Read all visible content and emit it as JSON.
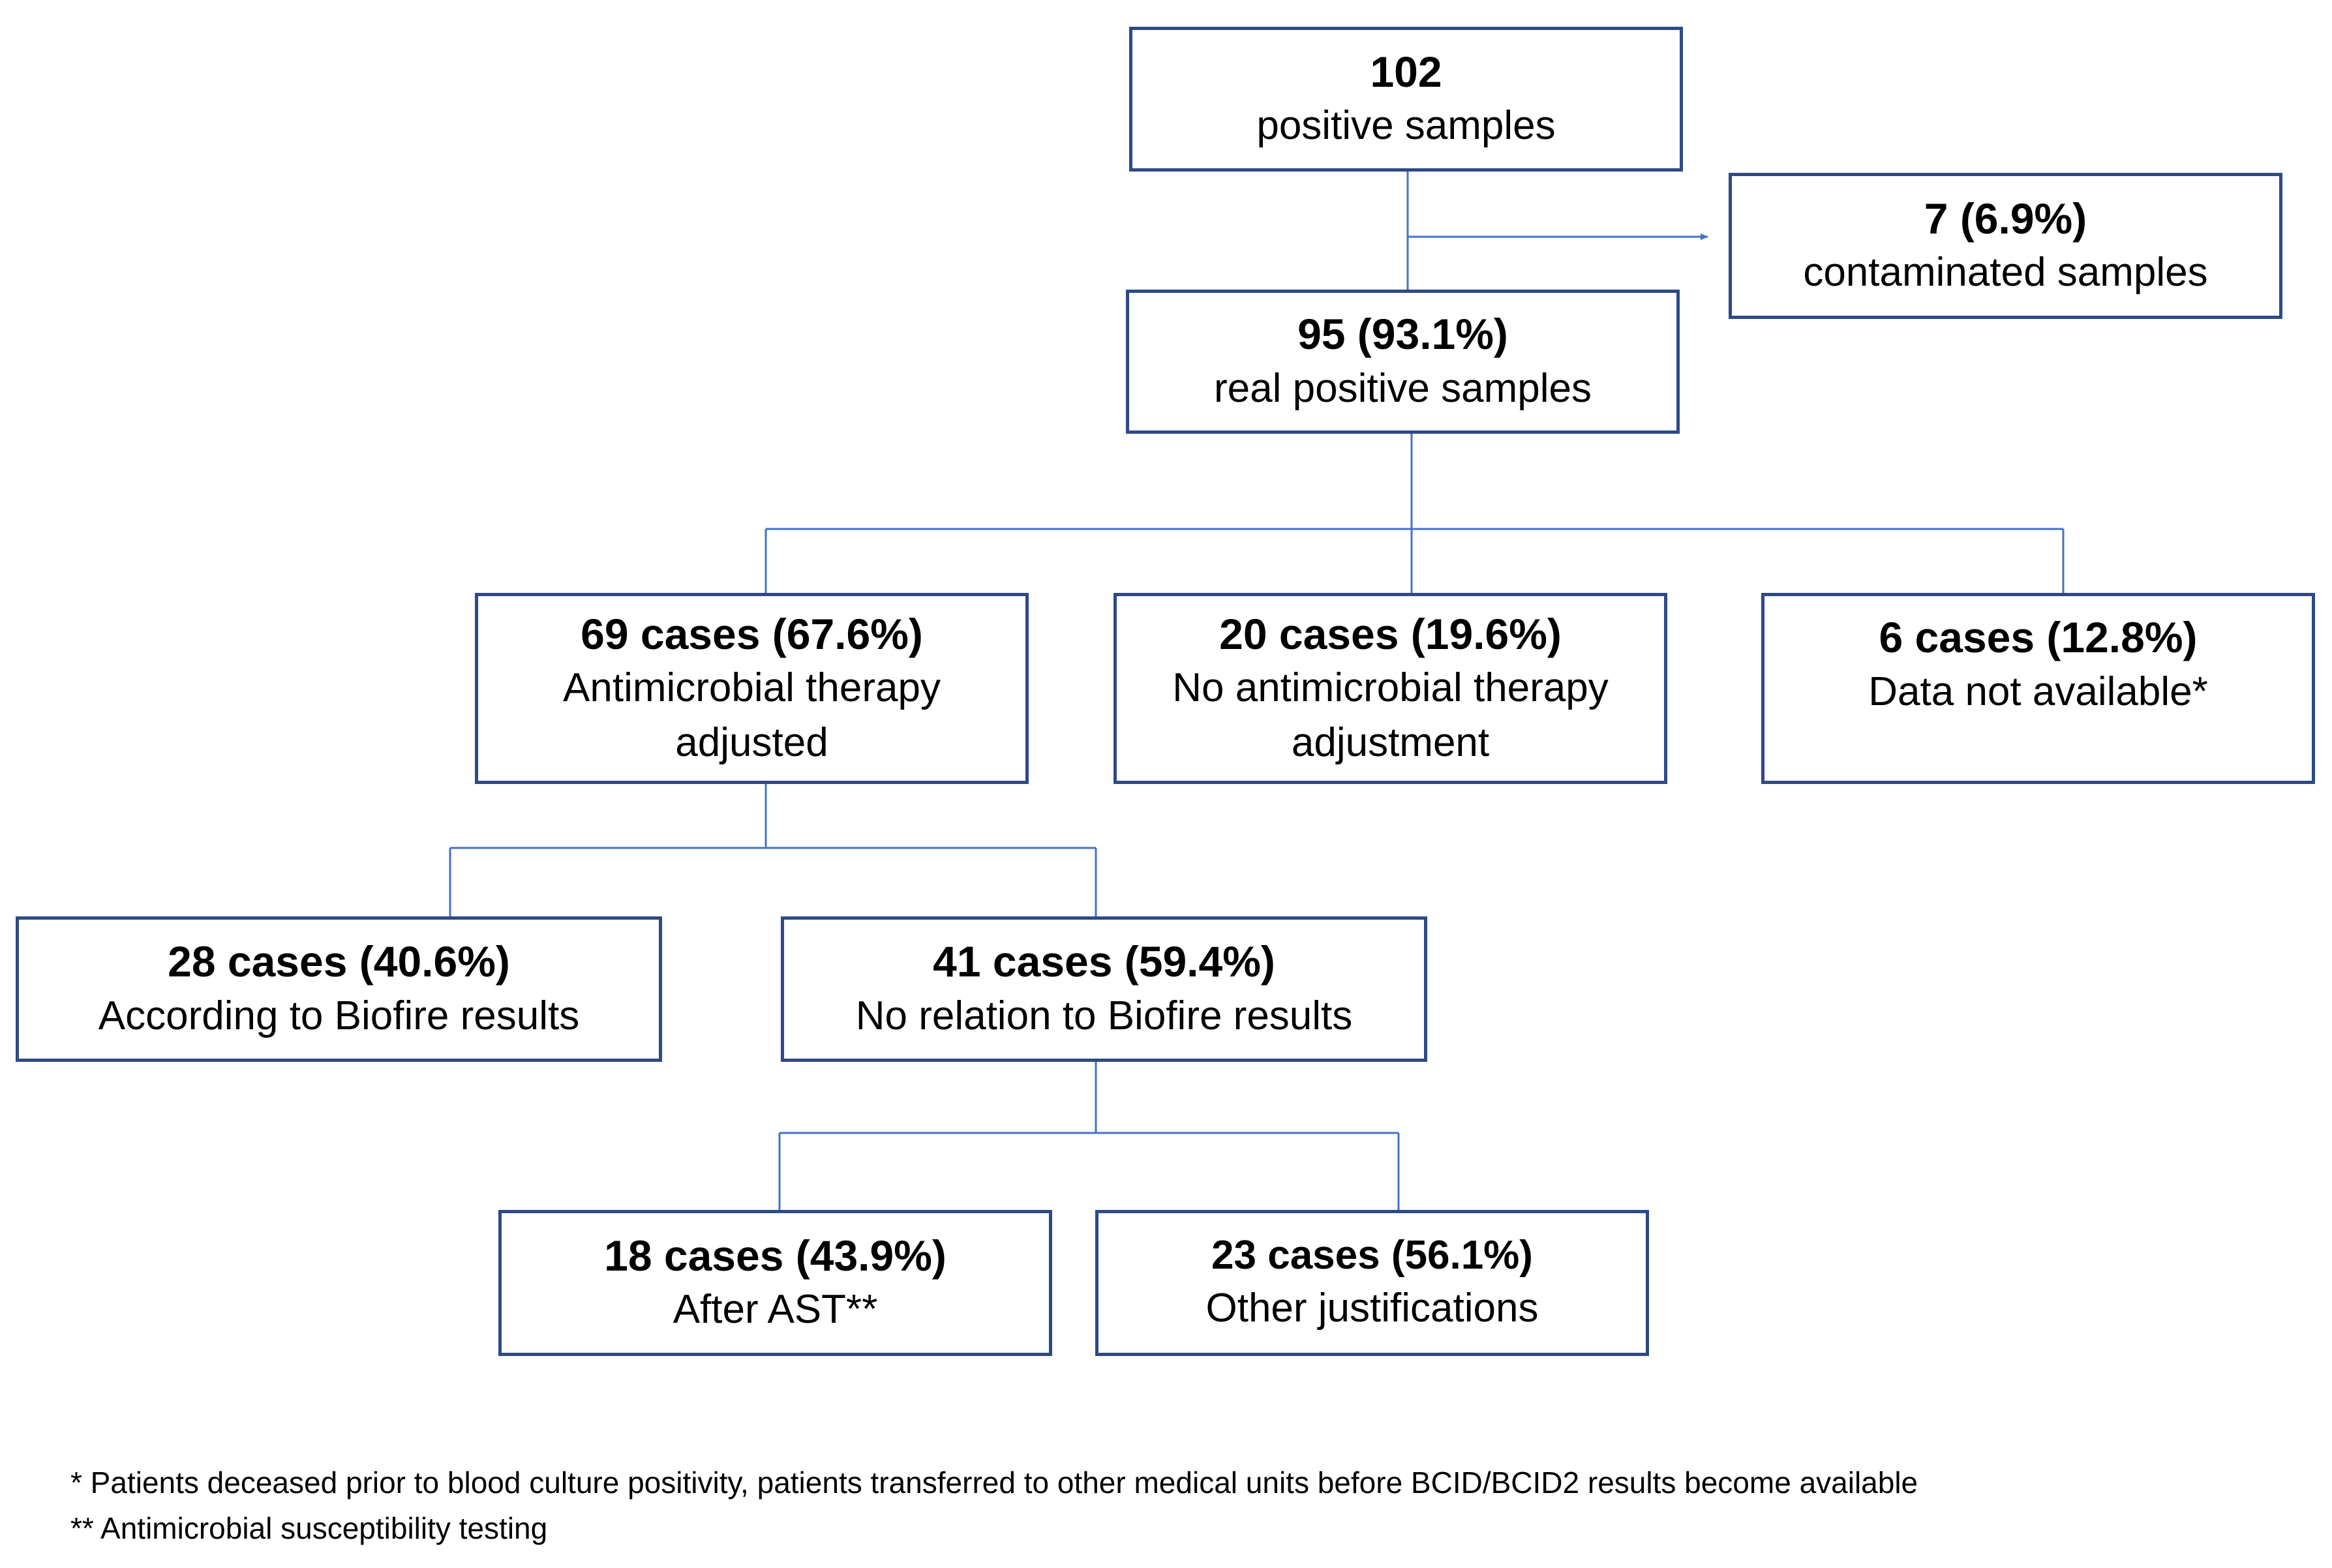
{
  "nodes": {
    "root": {
      "count": "102",
      "label": "positive samples"
    },
    "contaminated": {
      "count": "7 (6.9%)",
      "label": "contaminated samples"
    },
    "real_positive": {
      "count": "95 (93.1%)",
      "label": "real positive samples"
    },
    "adjusted": {
      "count": "69 cases (67.6%)",
      "label": "Antimicrobial therapy adjusted"
    },
    "no_adjustment": {
      "count": "20 cases (19.6%)",
      "label": "No antimicrobial therapy adjustment"
    },
    "not_available": {
      "count": "6 cases (12.8%)",
      "label": "Data not available*"
    },
    "biofire": {
      "count": "28 cases (40.6%)",
      "label": "According to Biofire results"
    },
    "no_biofire": {
      "count": "41 cases (59.4%)",
      "label": "No relation to Biofire results"
    },
    "after_ast": {
      "count": "18 cases (43.9%)",
      "label": "After AST**"
    },
    "other": {
      "count": "23 cases (56.1%)",
      "label": "Other justifications"
    }
  },
  "footnotes": {
    "note1": "* Patients deceased prior to blood culture positivity, patients transferred to other medical units before BCID/BCID2 results become available",
    "note2": "** Antimicrobial susceptibility testing"
  },
  "colors": {
    "box_border": "#2e4a86",
    "connector": "#4472c4"
  }
}
